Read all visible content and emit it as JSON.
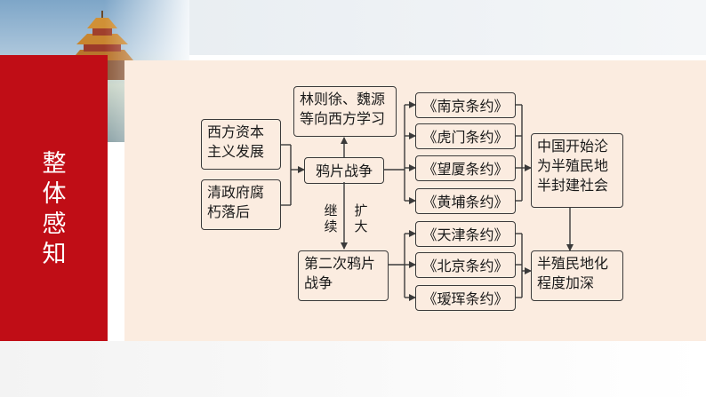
{
  "side_title": [
    "整",
    "体",
    "感",
    "知"
  ],
  "boxes": {
    "western_capitalism": "西方资本\n主义发展",
    "qing_decay": "清政府腐\n朽落后",
    "lin_wei": "林则徐、魏源\n等向西方学习",
    "opium_war": "鸦片战争",
    "second_opium_war": "第二次鸦片\n战争",
    "nanjing": "《南京条约》",
    "humen": "《虎门条约》",
    "wangxia": "《望厦条约》",
    "huangpu": "《黄埔条约》",
    "tianjin": "《天津条约》",
    "beijing": "《北京条约》",
    "aihui": "《瑷珲条约》",
    "semi_colonial_start": "中国开始沦\n为半殖民地\n半封建社会",
    "semi_colonial_deepen": "半殖民地化\n程度加深"
  },
  "labels": {
    "continue": [
      "继",
      "续"
    ],
    "expand": [
      "扩",
      "大"
    ]
  },
  "colors": {
    "red_panel": "#c00d16",
    "content_bg": "#fbece0",
    "line": "#3a3a3a"
  }
}
